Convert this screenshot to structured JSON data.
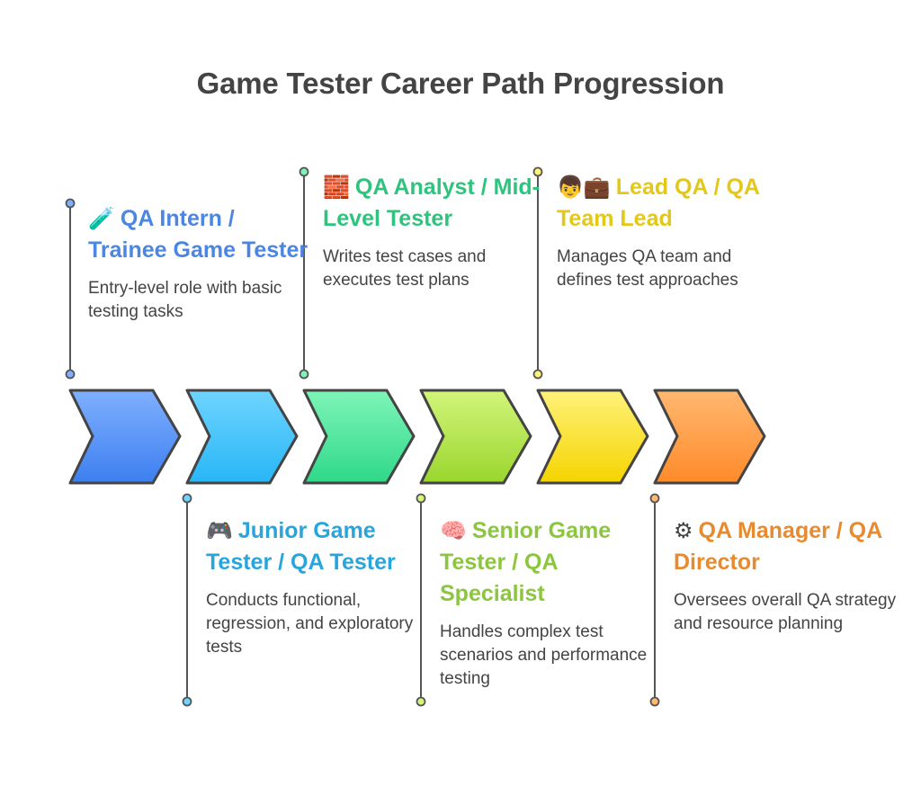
{
  "title": "Game Tester Career Path Progression",
  "stages": [
    {
      "icon": "test-tube-icon",
      "emoji": "🧪",
      "title": "QA Intern / Trainee Game Tester",
      "description": "Entry-level role with basic testing tasks",
      "color": "#4d86e0",
      "chevron_top": "#7fb0ff",
      "chevron_bottom": "#3d7ff0",
      "position": "top"
    },
    {
      "icon": "game-controller-icon",
      "emoji": "🎮",
      "title": "Junior Game Tester / QA Tester",
      "description": "Conducts functional, regression, and exploratory tests",
      "color": "#2aa5dc",
      "chevron_top": "#6fd4ff",
      "chevron_bottom": "#28b6f6",
      "position": "bottom"
    },
    {
      "icon": "bricks-icon",
      "emoji": "🧱",
      "title": "QA Analyst / Mid-Level Tester",
      "description": "Writes test cases and executes test plans",
      "color": "#2fc47d",
      "chevron_top": "#7ef5b8",
      "chevron_bottom": "#2fd888",
      "position": "top"
    },
    {
      "icon": "brain-icon",
      "emoji": "🧠",
      "title": "Senior Game Tester / QA Specialist",
      "description": "Handles complex test scenarios and performance testing",
      "color": "#8cc63f",
      "chevron_top": "#d2f57a",
      "chevron_bottom": "#9ad62e",
      "position": "bottom"
    },
    {
      "icon": "team-lead-icon",
      "emoji": "👦💼",
      "title": "Lead QA / QA Team Lead",
      "description": "Manages QA team and defines test approaches",
      "color": "#e3c81a",
      "chevron_top": "#fff27a",
      "chevron_bottom": "#f5d400",
      "position": "top"
    },
    {
      "icon": "gear-icon",
      "emoji": "⚙",
      "title": "QA Manager / QA Director",
      "description": "Oversees overall QA strategy and resource planning",
      "color": "#e88a2e",
      "chevron_top": "#ffb870",
      "chevron_bottom": "#ff8a2a",
      "position": "bottom"
    }
  ]
}
